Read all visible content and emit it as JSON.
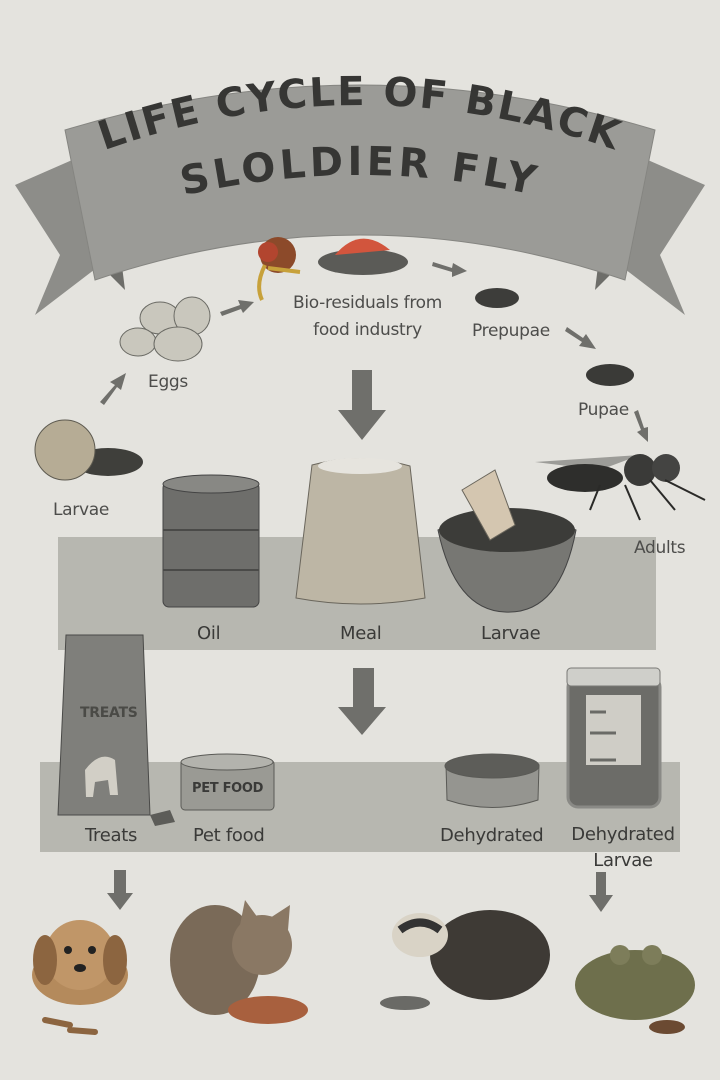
{
  "title": {
    "line1": "LIFE CYCLE OF BLACK",
    "line2": "SLOLDIER FLY"
  },
  "cycle": {
    "eggs": "Eggs",
    "larvae": "Larvae",
    "bio_residuals_line1": "Bio-residuals from",
    "bio_residuals_line2": "food industry",
    "prepupae": "Prepupae",
    "pupae": "Pupae",
    "adults": "Adults"
  },
  "products": {
    "oil": "Oil",
    "meal": "Meal",
    "larvae": "Larvae"
  },
  "uses": {
    "treats": "Treats",
    "treats_bag_text": "TREATS",
    "pet_food": "Pet food",
    "pet_food_can_text": "PET FOOD",
    "dehydrated": "Dehydrated",
    "dehydrated_larvae_line1": "Dehydrated",
    "dehydrated_larvae_line2": "Larvae"
  },
  "colors": {
    "background": "#e4e3de",
    "banner": "#9b9b97",
    "panel": "#a8a8a0",
    "arrow": "#6f6f6b",
    "text": "#3a3a38"
  }
}
